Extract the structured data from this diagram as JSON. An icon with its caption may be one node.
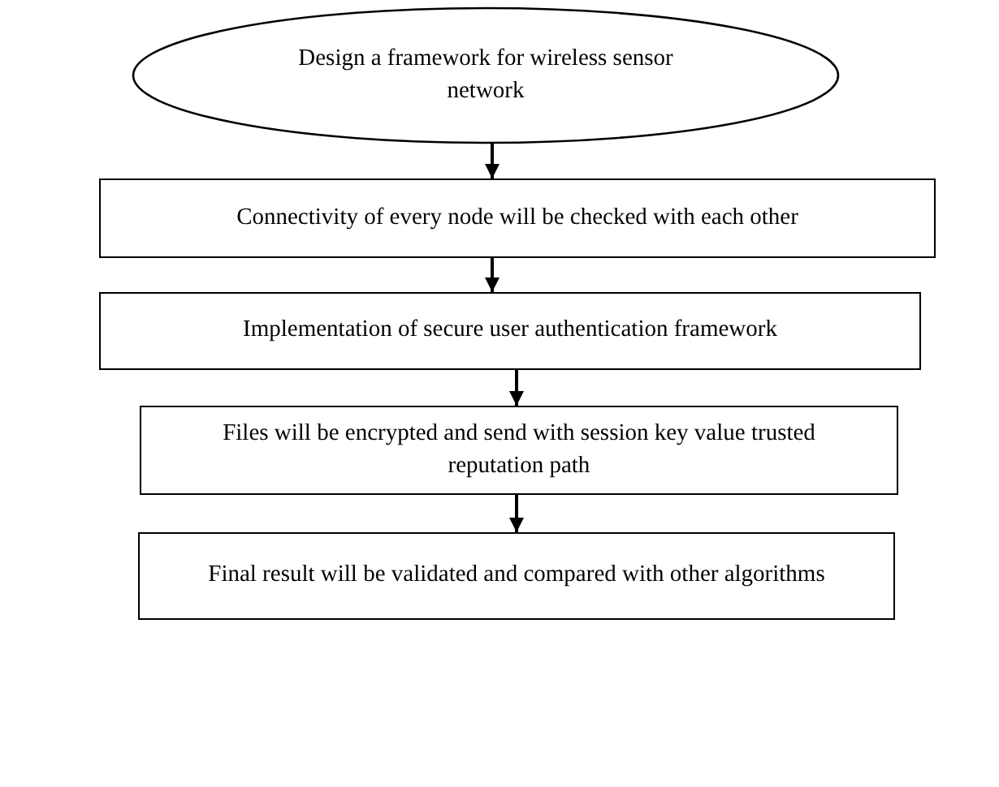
{
  "diagram": {
    "nodes": [
      {
        "text": [
          "Design a framework for wireless sensor network"
        ]
      },
      {
        "text": [
          "Connectivity of every node will be checked with each other"
        ]
      },
      {
        "text": [
          "Implementation of secure user authentication framework"
        ]
      },
      {
        "text": [
          "Files will be encrypted and send with session key value trusted reputation path"
        ]
      },
      {
        "text": [
          "Final result will be validated and compared with other algorithms"
        ]
      }
    ],
    "edges": [
      {
        "from": 0,
        "to": 1,
        "arrow": "to"
      },
      {
        "from": 1,
        "to": 2,
        "arrow": "to"
      },
      {
        "from": 2,
        "to": 3,
        "arrow": "to"
      },
      {
        "from": 3,
        "to": 4,
        "arrow": "to"
      }
    ]
  }
}
